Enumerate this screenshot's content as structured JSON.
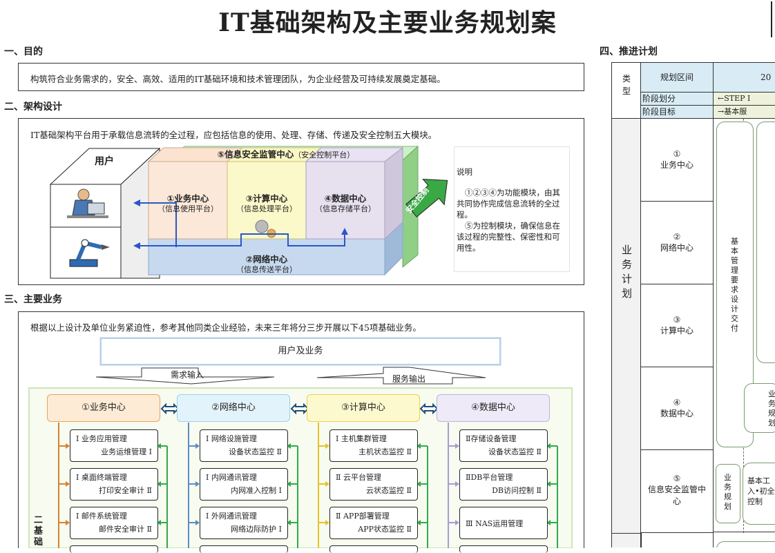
{
  "title": "IT基础架构及主要业务规划案",
  "sections": {
    "s1": "一、目的",
    "s2": "二、架构设计",
    "s3": "三、主要业务",
    "s4": "四、推进计划"
  },
  "purpose_text": "构筑符合业务需求的，安全、高效、适用的IT基础环境和技术管理团队，为企业经营及可持续发展奠定基础。",
  "arch": {
    "intro": "IT基础架构平台用于承载信息流转的全过程，应包括信息的使用、处理、存储、传递及安全控制五大模块。",
    "user": "用户",
    "security_title": "⑤信息安全监管中心",
    "security_sub": "（安全控制平台）",
    "m1_title": "①业务中心",
    "m1_sub": "（信息使用平台）",
    "m3_title": "③计算中心",
    "m3_sub": "（信息处理平台）",
    "m4_title": "④数据中心",
    "m4_sub": "（信息存储平台）",
    "m2_title": "②网络中心",
    "m2_sub": "（信息传送平台）",
    "arrow_label": "安全控制",
    "note_title": "说明",
    "note_p1": "①②③④为功能模块，由其共同协作完成信息流转的全过程。",
    "note_p2": "⑤为控制模块，确保信息在该过程的完整性、保密性和可用性。"
  },
  "business": {
    "intro": "根据以上设计及单位业务紧迫性，参考其他同类企业经验，未来三年将分三步开展以下45项基础业务。",
    "top_box": "用户及业务",
    "demand_in": "需求输入",
    "service_out": "服务输出",
    "side_label": "二基础",
    "centers": [
      "①业务中心",
      "②网络中心",
      "③计算中心",
      "④数据中心"
    ],
    "colors": {
      "c1_bg": "#fdebd6",
      "c1_border": "#e8a55a",
      "c1_line": "#d9822b",
      "c2_bg": "#e3f3fb",
      "c2_border": "#9fcfe6",
      "c2_line": "#5b8cc4",
      "c3_bg": "#fdf9cf",
      "c3_border": "#e8d34a",
      "c3_line": "#e6c229",
      "c4_bg": "#eeeaf7",
      "c4_border": "#bdb3dc",
      "c4_line": "#a89bd1",
      "green": "#2eaa4a"
    },
    "col1": [
      {
        "a": "Ⅰ 业务应用管理",
        "b": "业务运维管理 Ⅰ"
      },
      {
        "a": "Ⅰ 桌面终端管理",
        "b": "打印安全审计 Ⅱ"
      },
      {
        "a": "Ⅰ 邮件系统管理",
        "b": "邮件安全审计 Ⅱ"
      }
    ],
    "col2": [
      {
        "a": "Ⅰ 网络设施管理",
        "b": "设备状态监控 Ⅱ"
      },
      {
        "a": "Ⅰ 内网通讯管理",
        "b": "内网准入控制 Ⅰ"
      },
      {
        "a": "Ⅰ 外网通讯管理",
        "b": "网络边际防护 Ⅰ"
      }
    ],
    "col3": [
      {
        "a": "Ⅰ 主机集群管理",
        "b": "主机状态监控 Ⅱ"
      },
      {
        "a": "Ⅱ 云平台管理",
        "b": "云状态监控 Ⅱ"
      },
      {
        "a": "Ⅱ APP部署管理",
        "b": "APP状态监控 Ⅱ"
      }
    ],
    "col4": [
      {
        "a": "Ⅱ存储设备管理",
        "b": "设备状态监控 Ⅱ"
      },
      {
        "a": "ⅡDB平台管理",
        "b": "DB访问控制 Ⅱ"
      },
      {
        "a": "Ⅲ NAS运用管理",
        "b": ""
      }
    ]
  },
  "plan": {
    "type_label": "类型",
    "range_label": "规划区间",
    "range_value": "20",
    "stage_label": "阶段划分",
    "stage_value": "←STEP Ⅰ",
    "goal_label": "阶段目标",
    "goal_value": "→基本服",
    "biz_plan": "业务计划",
    "rows": [
      {
        "num": "①",
        "name": "业务中心"
      },
      {
        "num": "②",
        "name": "网络中心"
      },
      {
        "num": "③",
        "name": "计算中心"
      },
      {
        "num": "④",
        "name": "数据中心"
      },
      {
        "num": "⑤",
        "name": "信息安全监管中心"
      }
    ],
    "basic_mgmt": "基本管理要求设计交付",
    "side_biz": "业务规划",
    "bottom_biz": "业务规划",
    "bottom_text": "基本工入•初全控制",
    "row4_cut": "业务规划"
  }
}
